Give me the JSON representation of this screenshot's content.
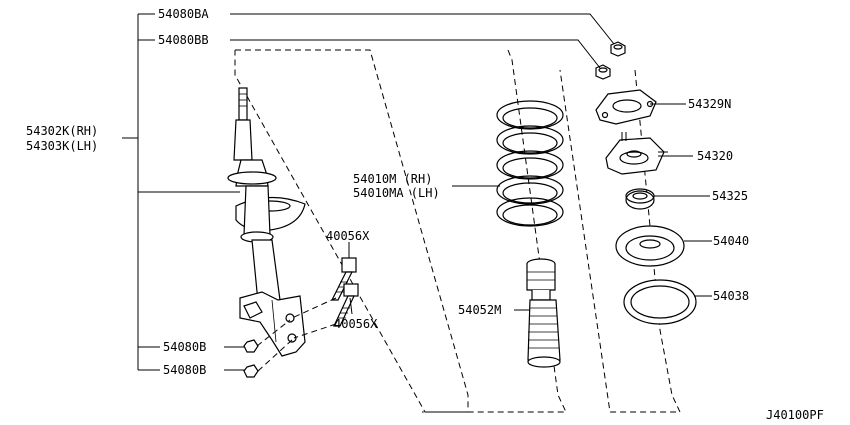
{
  "labels": {
    "p54080BA": "54080BA",
    "p54080BB": "54080BB",
    "p54302K": "54302K(RH)",
    "p54303K": "54303K(LH)",
    "p54329N": "54329N",
    "p54320": "54320",
    "p54325": "54325",
    "p54040": "54040",
    "p54038": "54038",
    "p54010M": "54010M (RH)",
    "p54010MA": "54010MA (LH)",
    "p40056X_top": "40056X",
    "p40056X_bottom": "40056X",
    "p54052M": "54052M",
    "p54080B_top": "54080B",
    "p54080B_bottom": "54080B",
    "diagram_code": "J40100PF"
  }
}
